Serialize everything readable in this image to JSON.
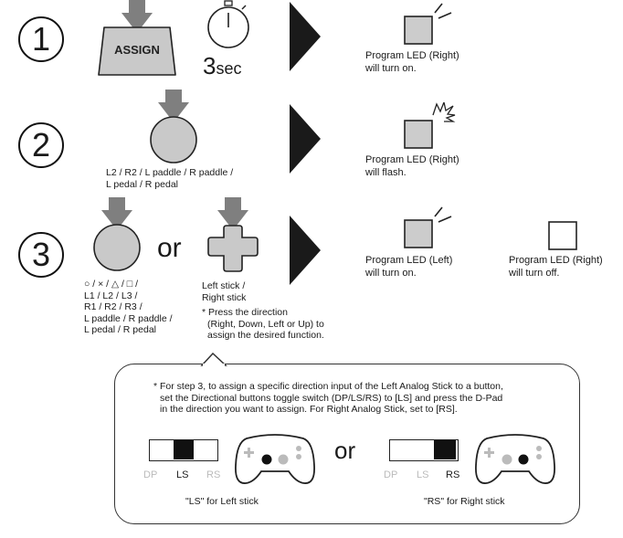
{
  "steps": [
    {
      "number": "1",
      "assign_label": "ASSIGN",
      "timer_value": "3",
      "timer_unit": "sec",
      "led_text": [
        "Program LED (Right)",
        "will turn on."
      ]
    },
    {
      "number": "2",
      "button_label_lines": [
        "L2 / R2 / L paddle / R paddle /",
        "L pedal / R pedal"
      ],
      "led_text": [
        "Program LED (Right)",
        "will flash."
      ]
    },
    {
      "number": "3",
      "or_text": "or",
      "buttons_label_lines": [
        "○ / × / △ / □ /",
        "L1 / L2 / L3 /",
        "R1 / R2 / R3 /",
        "L paddle / R paddle /",
        "L pedal / R pedal"
      ],
      "stick_label_lines": [
        "Left stick /",
        "Right stick"
      ],
      "stick_note_lines": [
        "* Press the direction",
        "(Right, Down, Left or Up) to",
        "assign the desired function."
      ],
      "led_left_text": [
        "Program LED (Left)",
        "will turn on."
      ],
      "led_right_text": [
        "Program LED (Right)",
        "will turn off."
      ]
    }
  ],
  "note": {
    "lines": [
      "* For step 3, to assign a specific direction input of the Left Analog Stick to a button,",
      "set the Directional buttons toggle switch (DP/LS/RS) to [LS] and press the D-Pad",
      "in the direction you want to assign.  For Right Analog Stick, set to [RS]."
    ],
    "or_text": "or",
    "switch_labels": [
      "DP",
      "LS",
      "RS"
    ],
    "left_caption": "\"LS\" for Left stick",
    "right_caption": "\"RS\" for Right stick"
  },
  "colors": {
    "arrow_gray": "#7f7f7f",
    "led_gray": "#cccccc",
    "button_gray": "#c9c9c9",
    "inactive_label": "#bbbbbb",
    "triangle": "#1a1a1a"
  }
}
